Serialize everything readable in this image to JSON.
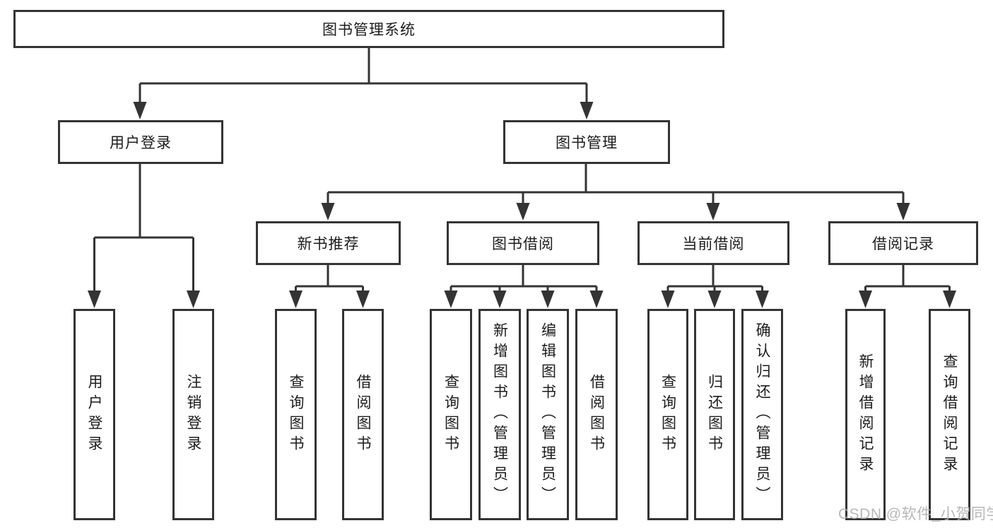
{
  "tree": {
    "root": {
      "label": "图书管理系统",
      "children": [
        {
          "label": "用户登录",
          "children": [
            {
              "label": "用户登录"
            },
            {
              "label": "注销登录"
            }
          ]
        },
        {
          "label": "图书管理",
          "children": [
            {
              "label": "新书推荐",
              "children": [
                {
                  "label": "查询图书"
                },
                {
                  "label": "借阅图书"
                }
              ]
            },
            {
              "label": "图书借阅",
              "children": [
                {
                  "label": "查询图书"
                },
                {
                  "label": "新增图书（管理员）"
                },
                {
                  "label": "编辑图书（管理员）"
                },
                {
                  "label": "借阅图书"
                }
              ]
            },
            {
              "label": "当前借阅",
              "children": [
                {
                  "label": "查询图书"
                },
                {
                  "label": "归还图书"
                },
                {
                  "label": "确认归还（管理员）"
                }
              ]
            },
            {
              "label": "借阅记录",
              "children": [
                {
                  "label": "新增借阅记录"
                },
                {
                  "label": "查询借阅记录"
                }
              ]
            }
          ]
        }
      ]
    }
  },
  "colors": {
    "line": "#343434",
    "box_border": "#343434",
    "text": "#1c1c1c",
    "watermark": "#afafaf",
    "background": "#ffffff"
  },
  "watermark": {
    "text": "CSDN @软件_小贺同学"
  }
}
